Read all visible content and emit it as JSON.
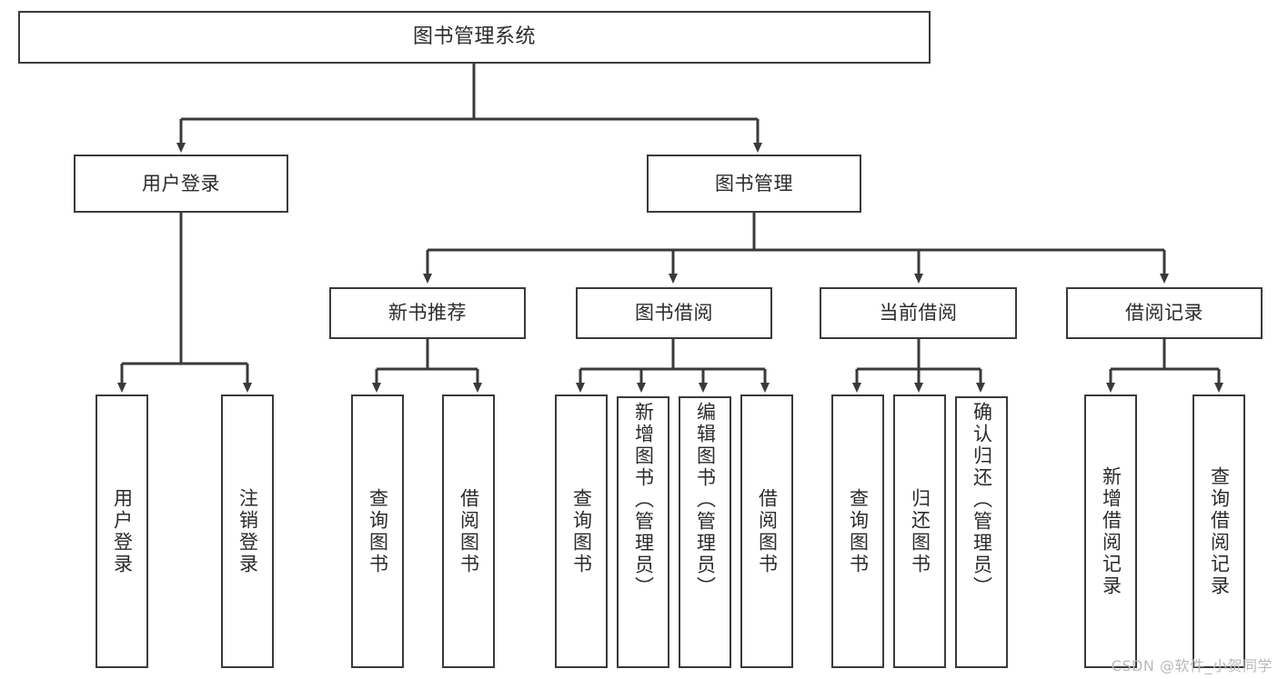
{
  "diagram": {
    "title": "图书管理系统",
    "type": "hierarchy-tree",
    "colors": {
      "box_border": "#3a3a3a",
      "box_fill": "#ffffff",
      "connector": "#3a3a3a",
      "text": "#2b2b2b",
      "watermark": "#b9b9b9"
    },
    "levels": {
      "root": {
        "label": "图书管理系统"
      },
      "level2": [
        {
          "label": "用户登录"
        },
        {
          "label": "图书管理"
        }
      ],
      "level3": [
        {
          "label": "新书推荐"
        },
        {
          "label": "图书借阅"
        },
        {
          "label": "当前借阅"
        },
        {
          "label": "借阅记录"
        }
      ],
      "leaves": {
        "user_login": [
          {
            "label": "用户登录"
          },
          {
            "label": "注销登录"
          }
        ],
        "new_book_recommend": [
          {
            "label": "查询图书"
          },
          {
            "label": "借阅图书"
          }
        ],
        "book_borrow": [
          {
            "label": "查询图书"
          },
          {
            "label": "新增图书（管理员）"
          },
          {
            "label": "编辑图书（管理员）"
          },
          {
            "label": "借阅图书"
          }
        ],
        "current_borrow": [
          {
            "label": "查询图书"
          },
          {
            "label": "归还图书"
          },
          {
            "label": "确认归还（管理员）"
          }
        ],
        "borrow_record": [
          {
            "label": "新增借阅记录"
          },
          {
            "label": "查询借阅记录"
          }
        ]
      }
    }
  },
  "watermark": {
    "text": "CSDN @软件_小贺同学"
  }
}
